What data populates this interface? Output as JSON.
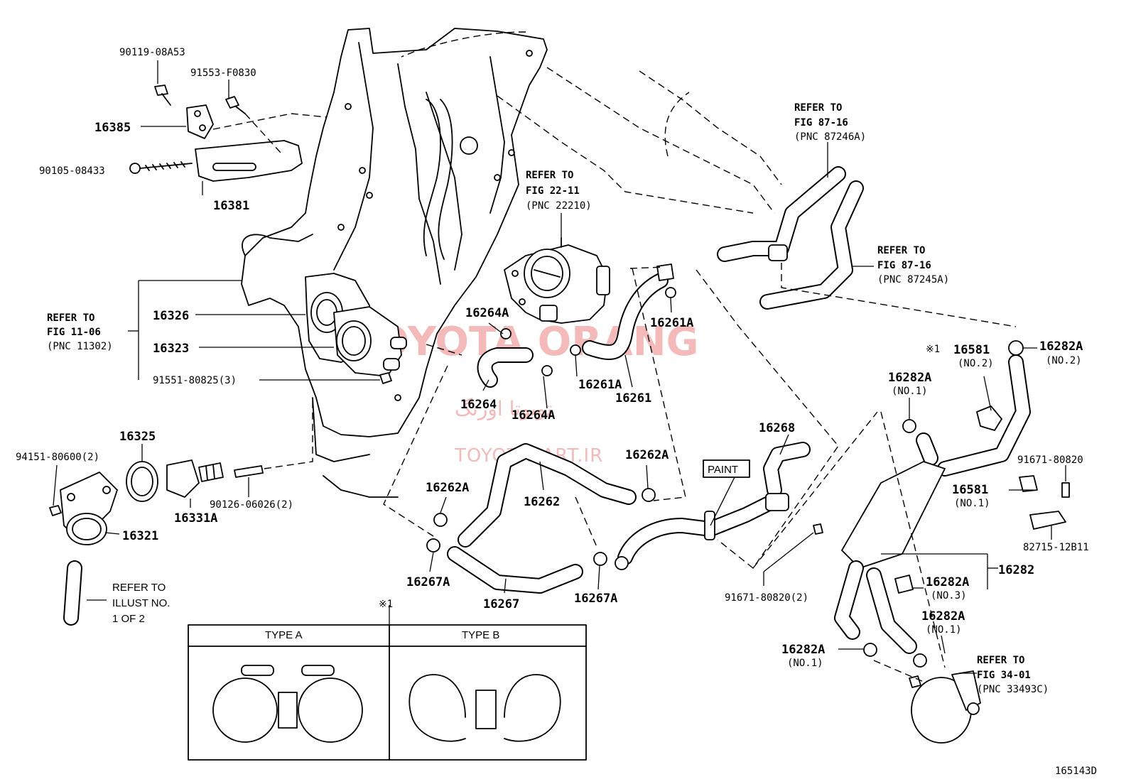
{
  "diagram_id": "165143D",
  "watermark": {
    "brand": "TOYOTA ORANG",
    "persian": "تویوتا اورنگ",
    "site": "TOYOTAPART.IR"
  },
  "callouts": {
    "c90119": "90119-08A53",
    "c91553": "91553-F0830",
    "c16385": "16385",
    "c90105": "90105-08433",
    "c16381": "16381",
    "c16326": "16326",
    "c16323": "16323",
    "c91551": "91551-80825(3)",
    "c16325": "16325",
    "c94151": "94151-80600(2)",
    "c16331A": "16331A",
    "c90126": "90126-06026(2)",
    "c16321": "16321",
    "c16264A_a": "16264A",
    "c16264": "16264",
    "c16264A_b": "16264A",
    "c16261A_a": "16261A",
    "c16261A_b": "16261A",
    "c16261": "16261",
    "c16262A_a": "16262A",
    "c16262A_b": "16262A",
    "c16262": "16262",
    "c16267A_a": "16267A",
    "c16267": "16267",
    "c16267A_b": "16267A",
    "c16268": "16268",
    "c91671_b": "91671-80820(2)",
    "c16581_a": "16581",
    "c16581_a_no": "(NO.2)",
    "c16582A_top": "16282A",
    "c16582A_top_no": "(NO.2)",
    "c16282A_no1a": "16282A",
    "c16282A_no1a_no": "(NO.1)",
    "c91671_a": "91671-80820",
    "c16581_b": "16581",
    "c16581_b_no": "(NO.1)",
    "c82715": "82715-12B11",
    "c16282": "16282",
    "c16282A_no3": "16282A",
    "c16282A_no3_no": "(NO.3)",
    "c16282A_no1b": "16282A",
    "c16282A_no1b_no": "(NO.1)",
    "c16282A_no1c": "16282A",
    "c16282A_no1c_no": "(NO.1)",
    "asterisk_1": "※1",
    "asterisk_2": "※1",
    "paint": "PAINT"
  },
  "refer_notes": {
    "fig11_l1": "REFER TO",
    "fig11_l2": "FIG 11-06",
    "fig11_l3": "(PNC 11302)",
    "fig22_l1": "REFER TO",
    "fig22_l2": "FIG 22-11",
    "fig22_l3": "(PNC 22210)",
    "fig87a_l1": "REFER TO",
    "fig87a_l2": "FIG 87-16",
    "fig87a_l3": "(PNC 87246A)",
    "fig87b_l1": "REFER TO",
    "fig87b_l2": "FIG 87-16",
    "fig87b_l3": "(PNC 87245A)",
    "fig34_l1": "REFER TO",
    "fig34_l2": "FIG 34-01",
    "fig34_l3": "(PNC 33493C)",
    "illust_l1": "REFER TO",
    "illust_l2": "ILLUST NO.",
    "illust_l3": "1 OF 2"
  },
  "type_table": {
    "type_a": "TYPE A",
    "type_b": "TYPE B"
  }
}
